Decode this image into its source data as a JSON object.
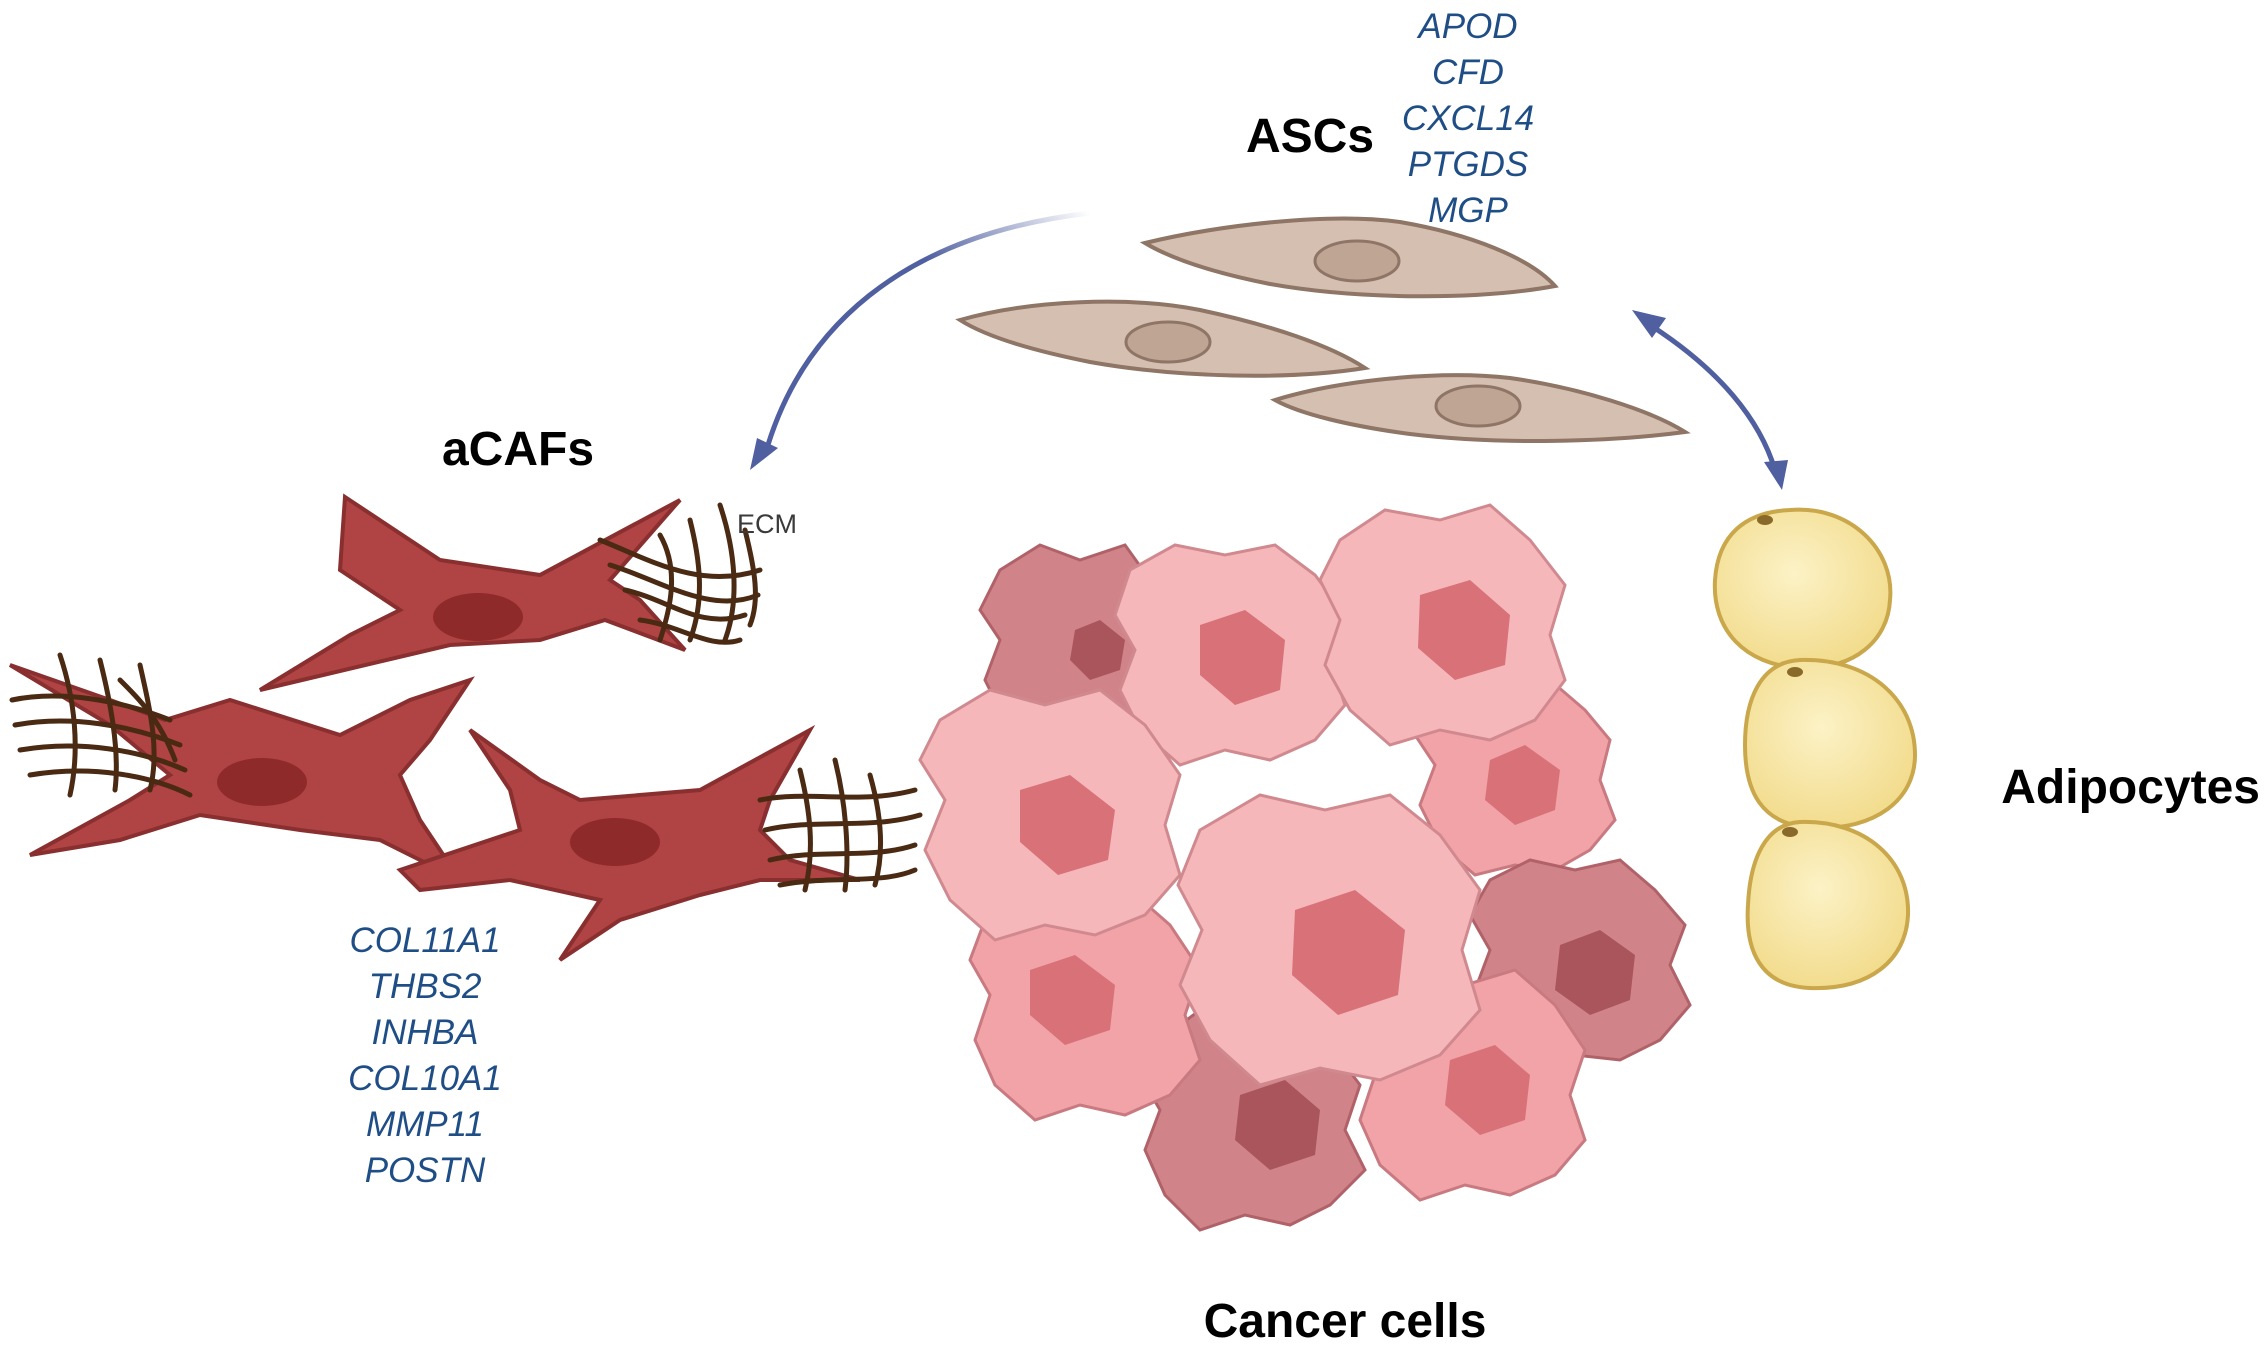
{
  "labels": {
    "ascs": "ASCs",
    "acafs": "aCAFs",
    "ecm": "ECM",
    "adipocytes": "Adipocytes",
    "cancer": "Cancer cells"
  },
  "asc_genes": [
    "APOD",
    "CFD",
    "CXCL14",
    "PTGDS",
    "MGP"
  ],
  "acaf_genes": [
    "COL11A1",
    "THBS2",
    "INHBA",
    "COL10A1",
    "MMP11",
    "POSTN"
  ],
  "colors": {
    "gene_text": "#1f4e86",
    "arrow": "#4f5fa0",
    "asc_cell": "#d5bfb1",
    "acaf_cell": "#b04343",
    "ecm_fiber": "#4a2a12",
    "adipocyte": "#f7e6a3",
    "cancer_light": "#f6b7ba",
    "cancer_dark": "#d98a8e"
  }
}
